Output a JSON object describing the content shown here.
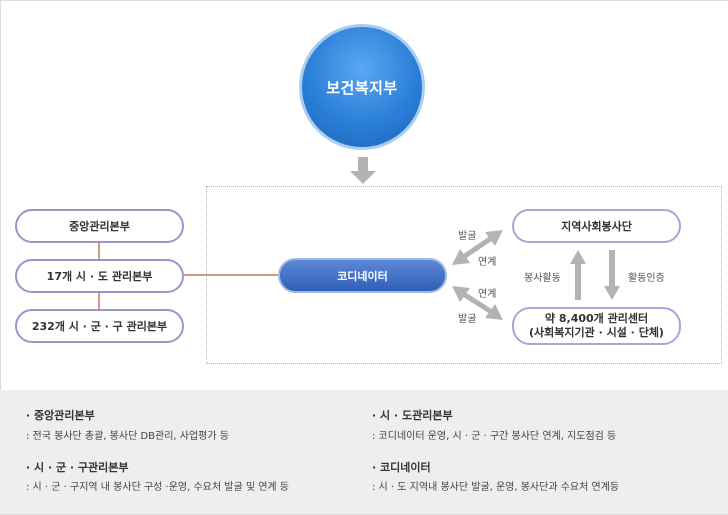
{
  "top": {
    "label": "보건복지부"
  },
  "left_column": [
    {
      "label": "중앙관리본부"
    },
    {
      "label": "17개 시 · 도 관리본부"
    },
    {
      "label": "232개 시 · 군 · 구 관리본부"
    }
  ],
  "coordinator": {
    "label": "코디네이터"
  },
  "right_column": {
    "top_label": "지역사회봉사단",
    "bottom_line1": "약 8,400개 관리센터",
    "bottom_line2": "(사회복지기관 · 시설 · 단체)"
  },
  "arrow_labels": {
    "upper_1": "발굴",
    "upper_2": "연계",
    "lower_1": "연계",
    "lower_2": "발굴",
    "vertical_up": "봉사활동",
    "vertical_down": "활동인증"
  },
  "legend": [
    {
      "title": "· 중앙관리본부",
      "desc": ": 전국 봉사단 총괄, 봉사단 DB관리, 사업평가 등"
    },
    {
      "title": "· 시 · 도관리본부",
      "desc": ": 코디네이터 운영, 시 · 군 · 구간 봉사단 연계, 지도점검 등"
    },
    {
      "title": "· 시 · 군 · 구관리본부",
      "desc": ": 시 · 군 · 구지역 내 봉사단 구성 ·운영, 수요처 발굴 및 연계 등"
    },
    {
      "title": "· 코디네이터",
      "desc": ": 시 · 도 지역내 봉사단 발굴, 운영, 봉사단과 수요처 연계등"
    }
  ],
  "colors": {
    "circle": "#2b7fd8",
    "pill_border": "#9b95c9",
    "coordinator": "#3a6cc2",
    "arrow": "#b3b3b3",
    "connector": "#c07a5a"
  }
}
